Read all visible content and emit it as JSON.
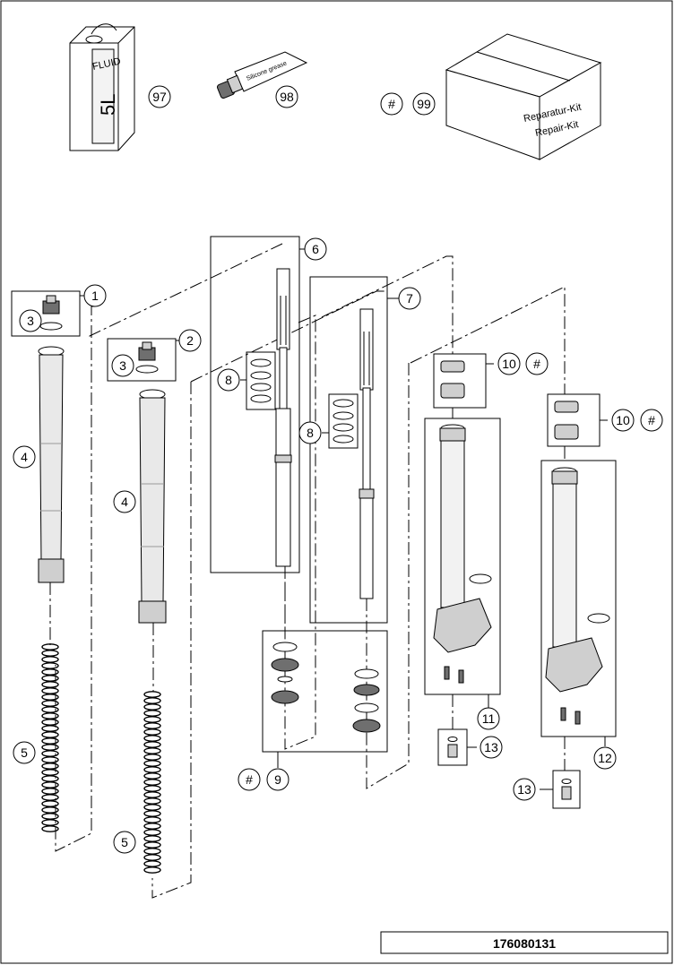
{
  "document_number": "176080131",
  "products": {
    "fluid_can": {
      "line1": "FLUID",
      "line2": "5L"
    },
    "grease_tube": {
      "line1": "Silicone grease"
    },
    "repair_kit": {
      "line1": "Reparatur-Kit",
      "line2": "Repair-Kit"
    }
  },
  "callouts": {
    "c1": "1",
    "c2": "2",
    "c3a": "3",
    "c3b": "3",
    "c4a": "4",
    "c4b": "4",
    "c5a": "5",
    "c5b": "5",
    "c6": "6",
    "c7": "7",
    "c8a": "8",
    "c8b": "8",
    "c9": "9",
    "c10a": "10",
    "c10b": "10",
    "c11": "11",
    "c12": "12",
    "c13a": "13",
    "c13b": "13",
    "c97": "97",
    "c98": "98",
    "c99": "99",
    "hash9": "#",
    "hash10a": "#",
    "hash10b": "#",
    "hash99": "#"
  }
}
